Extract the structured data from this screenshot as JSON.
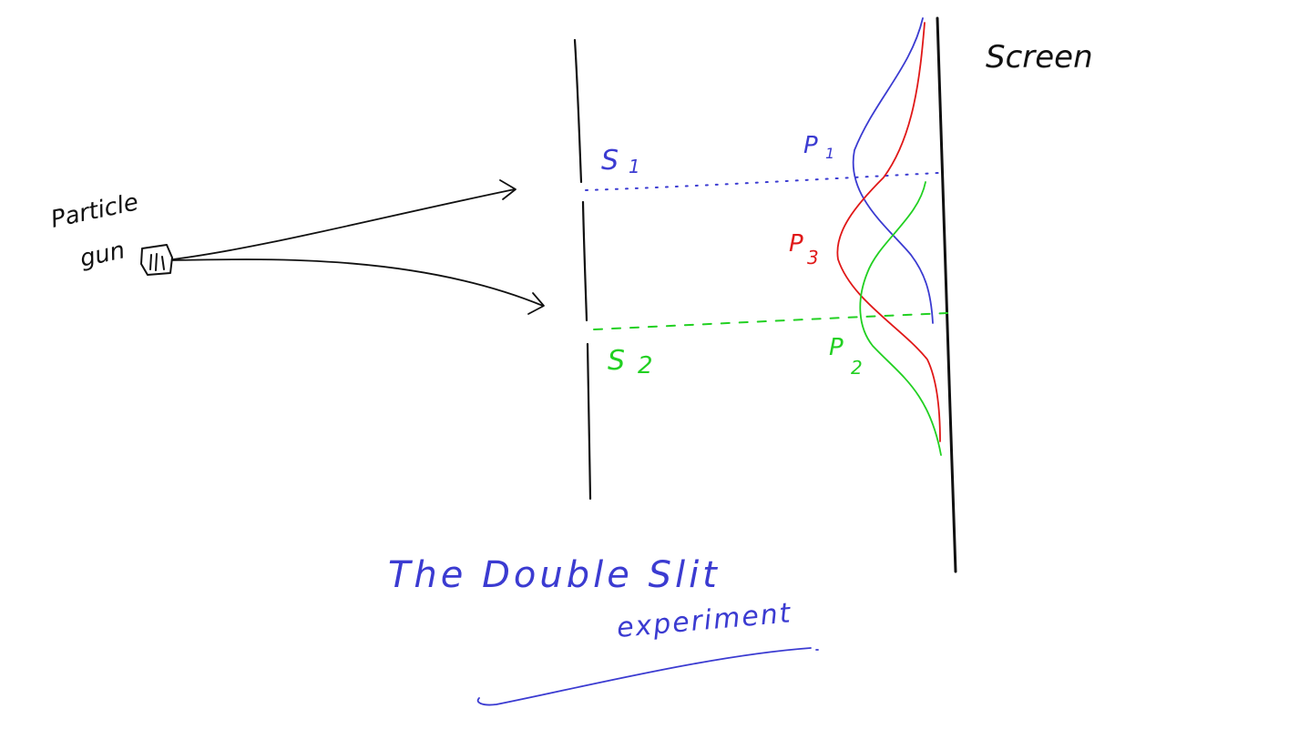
{
  "labels": {
    "screen": "Screen",
    "gun_line1": "Particle",
    "gun_line2": "gun",
    "s1": "S",
    "s1_sub": "1",
    "s2": "S",
    "s2_sub": "2",
    "p1": "P",
    "p1_sub": "1",
    "p2": "P",
    "p2_sub": "2",
    "p3": "P",
    "p3_sub": "3",
    "title_line1": "The Double Slit",
    "title_line2": "experiment"
  },
  "colors": {
    "ink": "#111111",
    "blue": "#3b3bd1",
    "red": "#e01818",
    "green": "#22d022"
  }
}
